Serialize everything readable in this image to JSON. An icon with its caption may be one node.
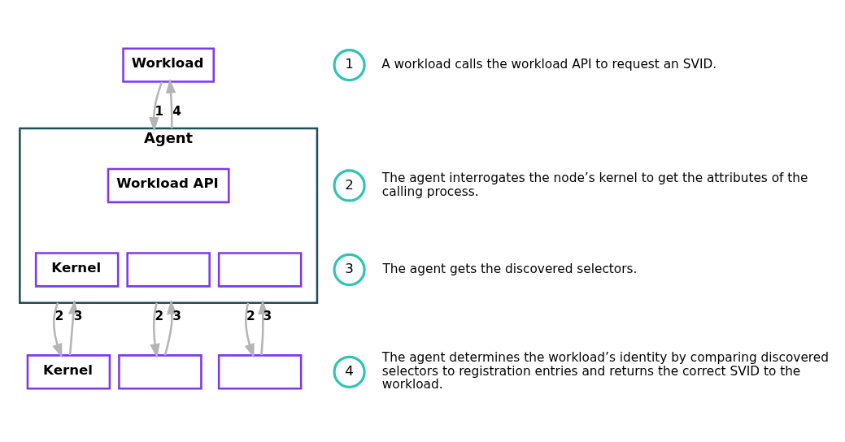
{
  "diagram": {
    "nodes": [
      {
        "text": [
          "Workload"
        ]
      },
      {
        "text": [
          "Agent"
        ]
      },
      {
        "text": [
          "Workload API"
        ],
        "in": 1
      },
      {
        "text": [
          "Kernel"
        ],
        "in": 1
      },
      {
        "text": [],
        "shape": "box",
        "in": 1
      },
      {
        "text": [],
        "shape": "box",
        "in": 1
      },
      {
        "text": [
          "Kernel"
        ]
      },
      {
        "text": [],
        "shape": "box"
      },
      {
        "text": [],
        "shape": "box"
      },
      {
        "text": [
          "1"
        ],
        "beside": [
          "A workload calls the workload API to request an SVID."
        ]
      },
      {
        "text": [
          "2"
        ],
        "beside": [
          "The agent interrogates the node’s kernel to get the attributes of the calling process."
        ]
      },
      {
        "text": [
          "3"
        ],
        "beside": [
          "The agent gets the discovered selectors."
        ]
      },
      {
        "text": [
          "4"
        ],
        "beside": [
          "The agent determines the workload’s identity by comparing discovered selectors to registration entries and returns the correct SVID to the workload."
        ]
      }
    ],
    "edges": [
      {
        "from": 0,
        "to": 1,
        "arrow": "to",
        "label": "1"
      },
      {
        "from": 1,
        "to": 0,
        "arrow": "to",
        "label": "4"
      },
      {
        "from": 1,
        "to": 6,
        "arrow": "to",
        "label": "2"
      },
      {
        "from": 6,
        "to": 1,
        "arrow": "to",
        "label": "3"
      },
      {
        "from": 1,
        "to": 7,
        "arrow": "to",
        "label": "2"
      },
      {
        "from": 7,
        "to": 1,
        "arrow": "to",
        "label": "3"
      },
      {
        "from": 1,
        "to": 8,
        "arrow": "to",
        "label": "2"
      },
      {
        "from": 8,
        "to": 1,
        "arrow": "to",
        "label": "3"
      }
    ]
  }
}
